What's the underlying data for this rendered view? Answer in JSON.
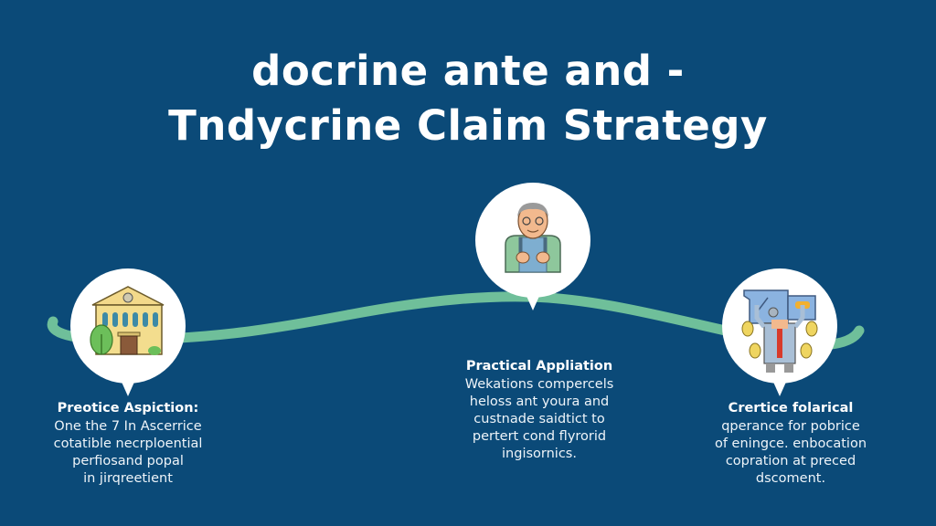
{
  "title": {
    "line1": "docrine ante and -",
    "line2": "Tndycrine Claim Strategy"
  },
  "colors": {
    "background": "#0b4a78",
    "wave": "#6fbf9a",
    "node_fill": "#ffffff",
    "text": "#ffffff"
  },
  "nodes": [
    {
      "icon": "courthouse-icon",
      "heading": "Preotice Aspiction:",
      "lines": [
        "One the 7 In Ascerrice",
        "cotatible necrploential",
        "perfiosand popal",
        "in jirqreetient"
      ]
    },
    {
      "icon": "elderly-man-icon",
      "heading": "Practical Appliation",
      "lines": [
        "Wekations compercels",
        "heloss ant youra and",
        "custnade saidtict to",
        "pertert cond flyrorid",
        "ingisornics."
      ]
    },
    {
      "icon": "man-with-safe-icon",
      "heading": "Crertice folarical",
      "lines": [
        "qperance for pobrice",
        "of eningce. enbocation",
        "copration at preced",
        "dscoment."
      ]
    }
  ]
}
